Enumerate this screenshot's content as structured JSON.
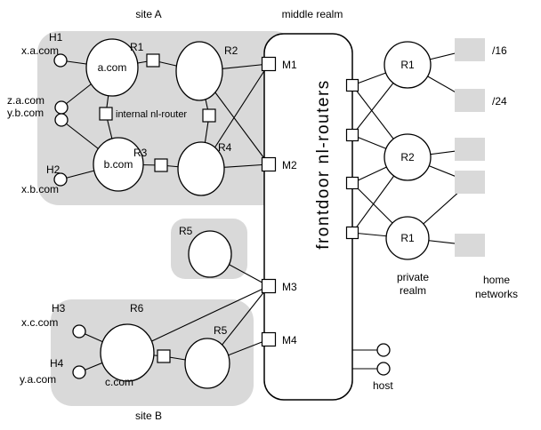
{
  "colors": {
    "site_blob": "#d9d9d9",
    "home_square": "#d9d9d9",
    "line": "#000000",
    "shape_fill": "#ffffff"
  },
  "site_a": {
    "title": "site A",
    "h1": "H1",
    "h1_host": "x.a.com",
    "z_host": "z.a.com",
    "y_host": "y.b.com",
    "h2": "H2",
    "h2_host": "x.b.com",
    "net_a": "a.com",
    "net_b": "b.com",
    "r1": "R1",
    "r2": "R2",
    "r3": "R3",
    "r4": "R4",
    "internal_router": "internal nl-router"
  },
  "middle_realm": {
    "title": "middle realm",
    "frontdoor": "frontdoor nl-routers",
    "m1": "M1",
    "m2": "M2",
    "m3": "M3",
    "m4": "M4",
    "host": "host"
  },
  "site_b": {
    "title": "site B",
    "h3": "H3",
    "h3_host": "x.c.com",
    "h4": "H4",
    "h4_host": "y.a.com",
    "net_c": "c.com",
    "r5_top": "R5",
    "r5_bottom": "R5",
    "r6": "R6"
  },
  "private_realm": {
    "title_line1": "private",
    "title_line2": "realm",
    "r1_top": "R1",
    "r2": "R2",
    "r1_bottom": "R1"
  },
  "home_networks": {
    "title_line1": "home",
    "title_line2": "networks",
    "slash16": "/16",
    "slash24": "/24"
  }
}
